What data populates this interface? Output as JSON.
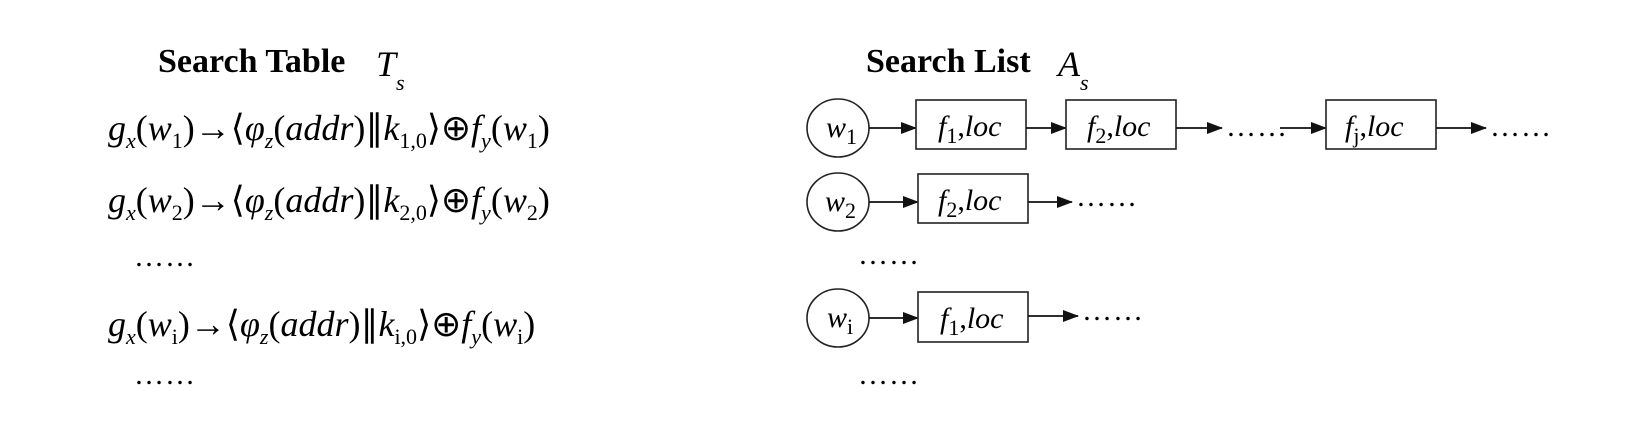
{
  "search_table": {
    "title": "Search Table",
    "title_symbol": "T",
    "title_symbol_sub": "s",
    "rows": [
      {
        "w_sub": "1",
        "k_sub": "1,0"
      },
      {
        "w_sub": "2",
        "k_sub": "2,0"
      },
      {
        "w_sub": "i",
        "k_sub": "i,0"
      }
    ],
    "ellipsis": "……",
    "trailing_ellipsis": "……"
  },
  "search_list": {
    "title": "Search List",
    "title_symbol": "A",
    "title_symbol_sub": "s",
    "rows": [
      {
        "node": "w",
        "node_sub": "1",
        "entries": [
          {
            "f": "f",
            "f_sub": "1",
            "loc": "loc"
          },
          {
            "f": "f",
            "f_sub": "2",
            "loc": "loc"
          }
        ],
        "mid_ellipsis": "……",
        "last_entry": {
          "f": "f",
          "f_sub": "j",
          "loc": "loc"
        },
        "tail_ellipsis": "……"
      },
      {
        "node": "w",
        "node_sub": "2",
        "entries": [
          {
            "f": "f",
            "f_sub": "2",
            "loc": "loc"
          }
        ],
        "tail_ellipsis": "……"
      },
      {
        "node": "w",
        "node_sub": "i",
        "entries": [
          {
            "f": "f",
            "f_sub": "1",
            "loc": "loc"
          }
        ],
        "tail_ellipsis": "……"
      }
    ],
    "ellipsis": "……",
    "trailing_ellipsis": "……"
  }
}
